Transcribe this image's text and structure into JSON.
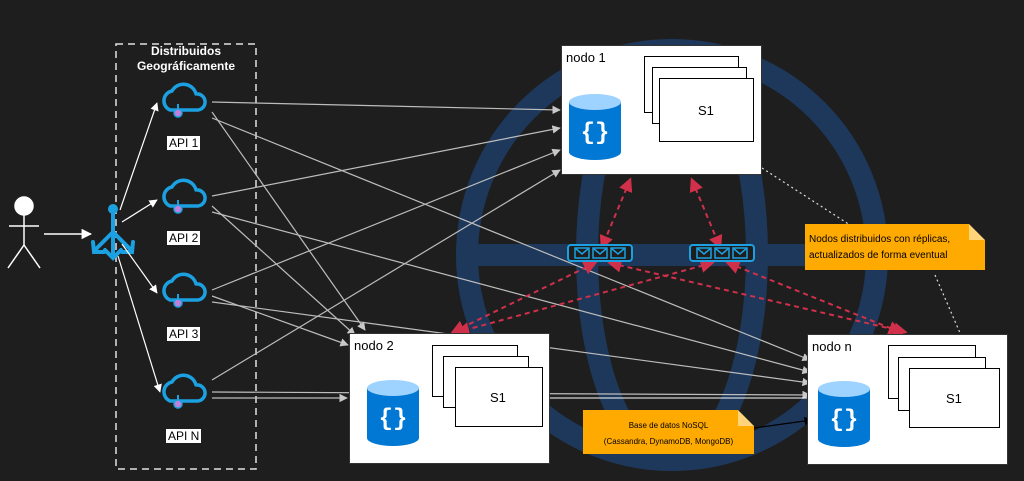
{
  "region": {
    "title_line1": "Distribuidos",
    "title_line2": "Geográficamente"
  },
  "apis": [
    {
      "label": "API 1"
    },
    {
      "label": "API 2"
    },
    {
      "label": "API 3"
    },
    {
      "label": "API N"
    }
  ],
  "nodes": [
    {
      "title": "nodo 1",
      "page_label": "S1"
    },
    {
      "title": "nodo 2",
      "page_label": "S1"
    },
    {
      "title": "nodo n",
      "page_label": "S1"
    }
  ],
  "notes": {
    "replicas_line1": "Nodos distribuidos con réplicas,",
    "replicas_line2": "actualizados de forma eventual",
    "nosql_line1": "Base de datos NoSQL",
    "nosql_line2": "(Cassandra, DynamoDB, MongoDB)"
  },
  "icons": {
    "user": "user-icon",
    "load_balancer": "load-balancer-icon",
    "api": "cloud-api-icon",
    "database": "database-icon",
    "queue": "message-queue-icon",
    "globe": "globe-icon"
  },
  "colors": {
    "background": "#1e1e1e",
    "accent_blue": "#1ba1e2",
    "db_blue": "#0078d4",
    "replication_red": "#d0304a",
    "note_orange": "#ffaa00",
    "globe": "#1e3a5f"
  }
}
